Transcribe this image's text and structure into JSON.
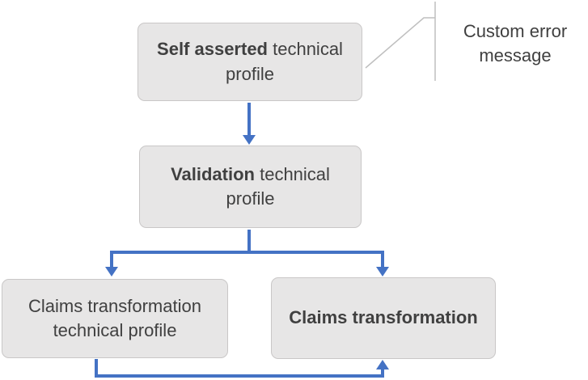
{
  "diagram": {
    "boxes": {
      "self_asserted": {
        "bold": "Self asserted",
        "rest": " technical profile"
      },
      "validation": {
        "bold": "Validation",
        "rest": " technical profile"
      },
      "claims_transformation_profile": {
        "text": "Claims transformation technical profile"
      },
      "claims_transformation": {
        "bold": "Claims transformation",
        "rest": ""
      }
    },
    "callout": {
      "text": "Custom error message"
    },
    "colors": {
      "connector_blue": "#4472C4",
      "box_fill": "#E7E6E6",
      "box_border": "#C9C7C7",
      "text_gray": "#404040",
      "callout_line_gray": "#BFBFBF",
      "background": "#FFFFFF"
    }
  }
}
